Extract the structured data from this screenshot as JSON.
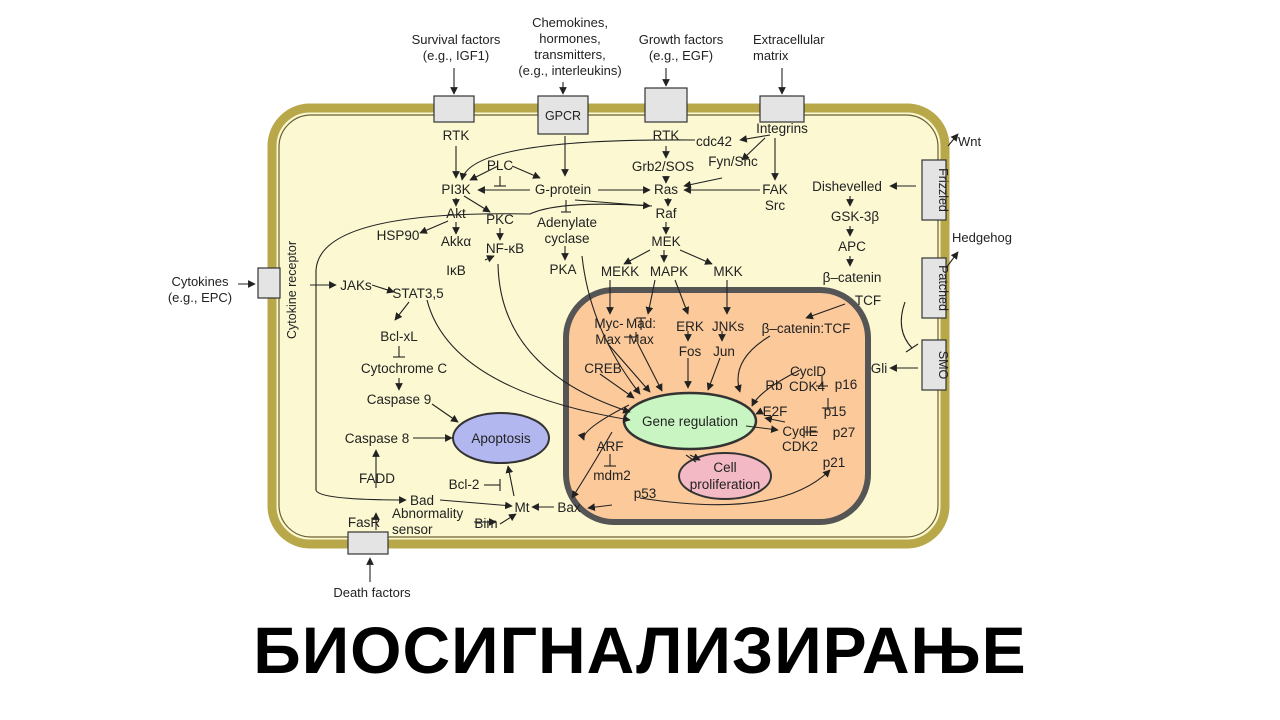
{
  "page_title": "БИОСИГНАЛИЗИРАЊЕ",
  "colors": {
    "membrane_outer": "#b8a84a",
    "membrane_fill": "#fbf8d2",
    "nucleus_fill": "#fbc99a",
    "nucleus_border": "#555555",
    "apoptosis": "#b3b7ef",
    "gene_regulation": "#c9f5c2",
    "cell_proliferation": "#f3b9c4",
    "receptor": "#e4e4e4"
  },
  "external": {
    "survival": [
      "Survival factors",
      "(e.g., IGF1)"
    ],
    "chemokines": [
      "Chemokines,",
      "hormones,",
      "transmitters,",
      "(e.g., interleukins)"
    ],
    "growth": [
      "Growth factors",
      "(e.g., EGF)"
    ],
    "ecm": [
      "Extracellular",
      "matrix"
    ],
    "wnt": "Wnt",
    "hedgehog": "Hedgehog",
    "cytokines": [
      "Cytokines",
      "(e.g., EPC)"
    ],
    "death": "Death factors"
  },
  "receptors": {
    "gpcr": "GPCR",
    "rtk_left": "RTK",
    "rtk_right": "RTK",
    "integrins": "Integrins",
    "frizzled": "Frizzled",
    "patched": "Patched",
    "smo": "SMO",
    "cytokine_receptor": "Cytokine receptor",
    "fasr": "FasR"
  },
  "molecules": {
    "cdc42": "cdc42",
    "plc": "PLC",
    "g_protein": "G-protein",
    "pi3k": "PI3K",
    "grb2_sos": "Grb2/SOS",
    "fyn_shc": "Fyn/Shc",
    "ras": "Ras",
    "fak": "FAK",
    "src": "Src",
    "akt": "Akt",
    "pkc": "PKC",
    "adenylate": [
      "Adenylate",
      "cyclase"
    ],
    "raf": "Raf",
    "hsp90": "HSP90",
    "akka": "Akkα",
    "nfkb": "NF-κB",
    "mek": "MEK",
    "ikb": "IκB",
    "pka": "PKA",
    "jaks": "JAKs",
    "stat": "STAT3,5",
    "bclxl": "Bcl-xL",
    "cytc": "Cytochrome C",
    "casp9": "Caspase 9",
    "casp8": "Caspase 8",
    "fadd": "FADD",
    "bad": "Bad",
    "bcl2": "Bcl-2",
    "mt": "Mt",
    "bax": "Bax",
    "abnormality": [
      "Abnormality",
      "sensor"
    ],
    "bim": "Bim",
    "dishevelled": "Dishevelled",
    "gsk3b": "GSK-3β",
    "apc": "APC",
    "bcatenin": "β–catenin",
    "tcf": "TCF",
    "gli": "Gli"
  },
  "nucleus": {
    "mekk": "MEKK",
    "mapk": "MAPK",
    "mkk": "MKK",
    "myc": [
      "Myc-",
      "Max"
    ],
    "mad": [
      "Mad:",
      "Max"
    ],
    "erk": "ERK",
    "fos": "Fos",
    "jnks": "JNKs",
    "jun": "Jun",
    "bcat_tcf": "β–catenin:TCF",
    "creb": "CREB",
    "cycld": "CyclD",
    "cdk4": "CDK4",
    "p16": "p16",
    "rb": "Rb",
    "p15": "p15",
    "e2f": "E2F",
    "arf": "ARF",
    "cycle": "CyclE",
    "cdk2": "CDK2",
    "p27": "p27",
    "p21": "p21",
    "mdm2": "mdm2",
    "p53": "p53"
  },
  "processes": {
    "apoptosis": "Apoptosis",
    "gene_regulation": "Gene regulation",
    "cell_proliferation": [
      "Cell",
      "proliferation"
    ]
  }
}
